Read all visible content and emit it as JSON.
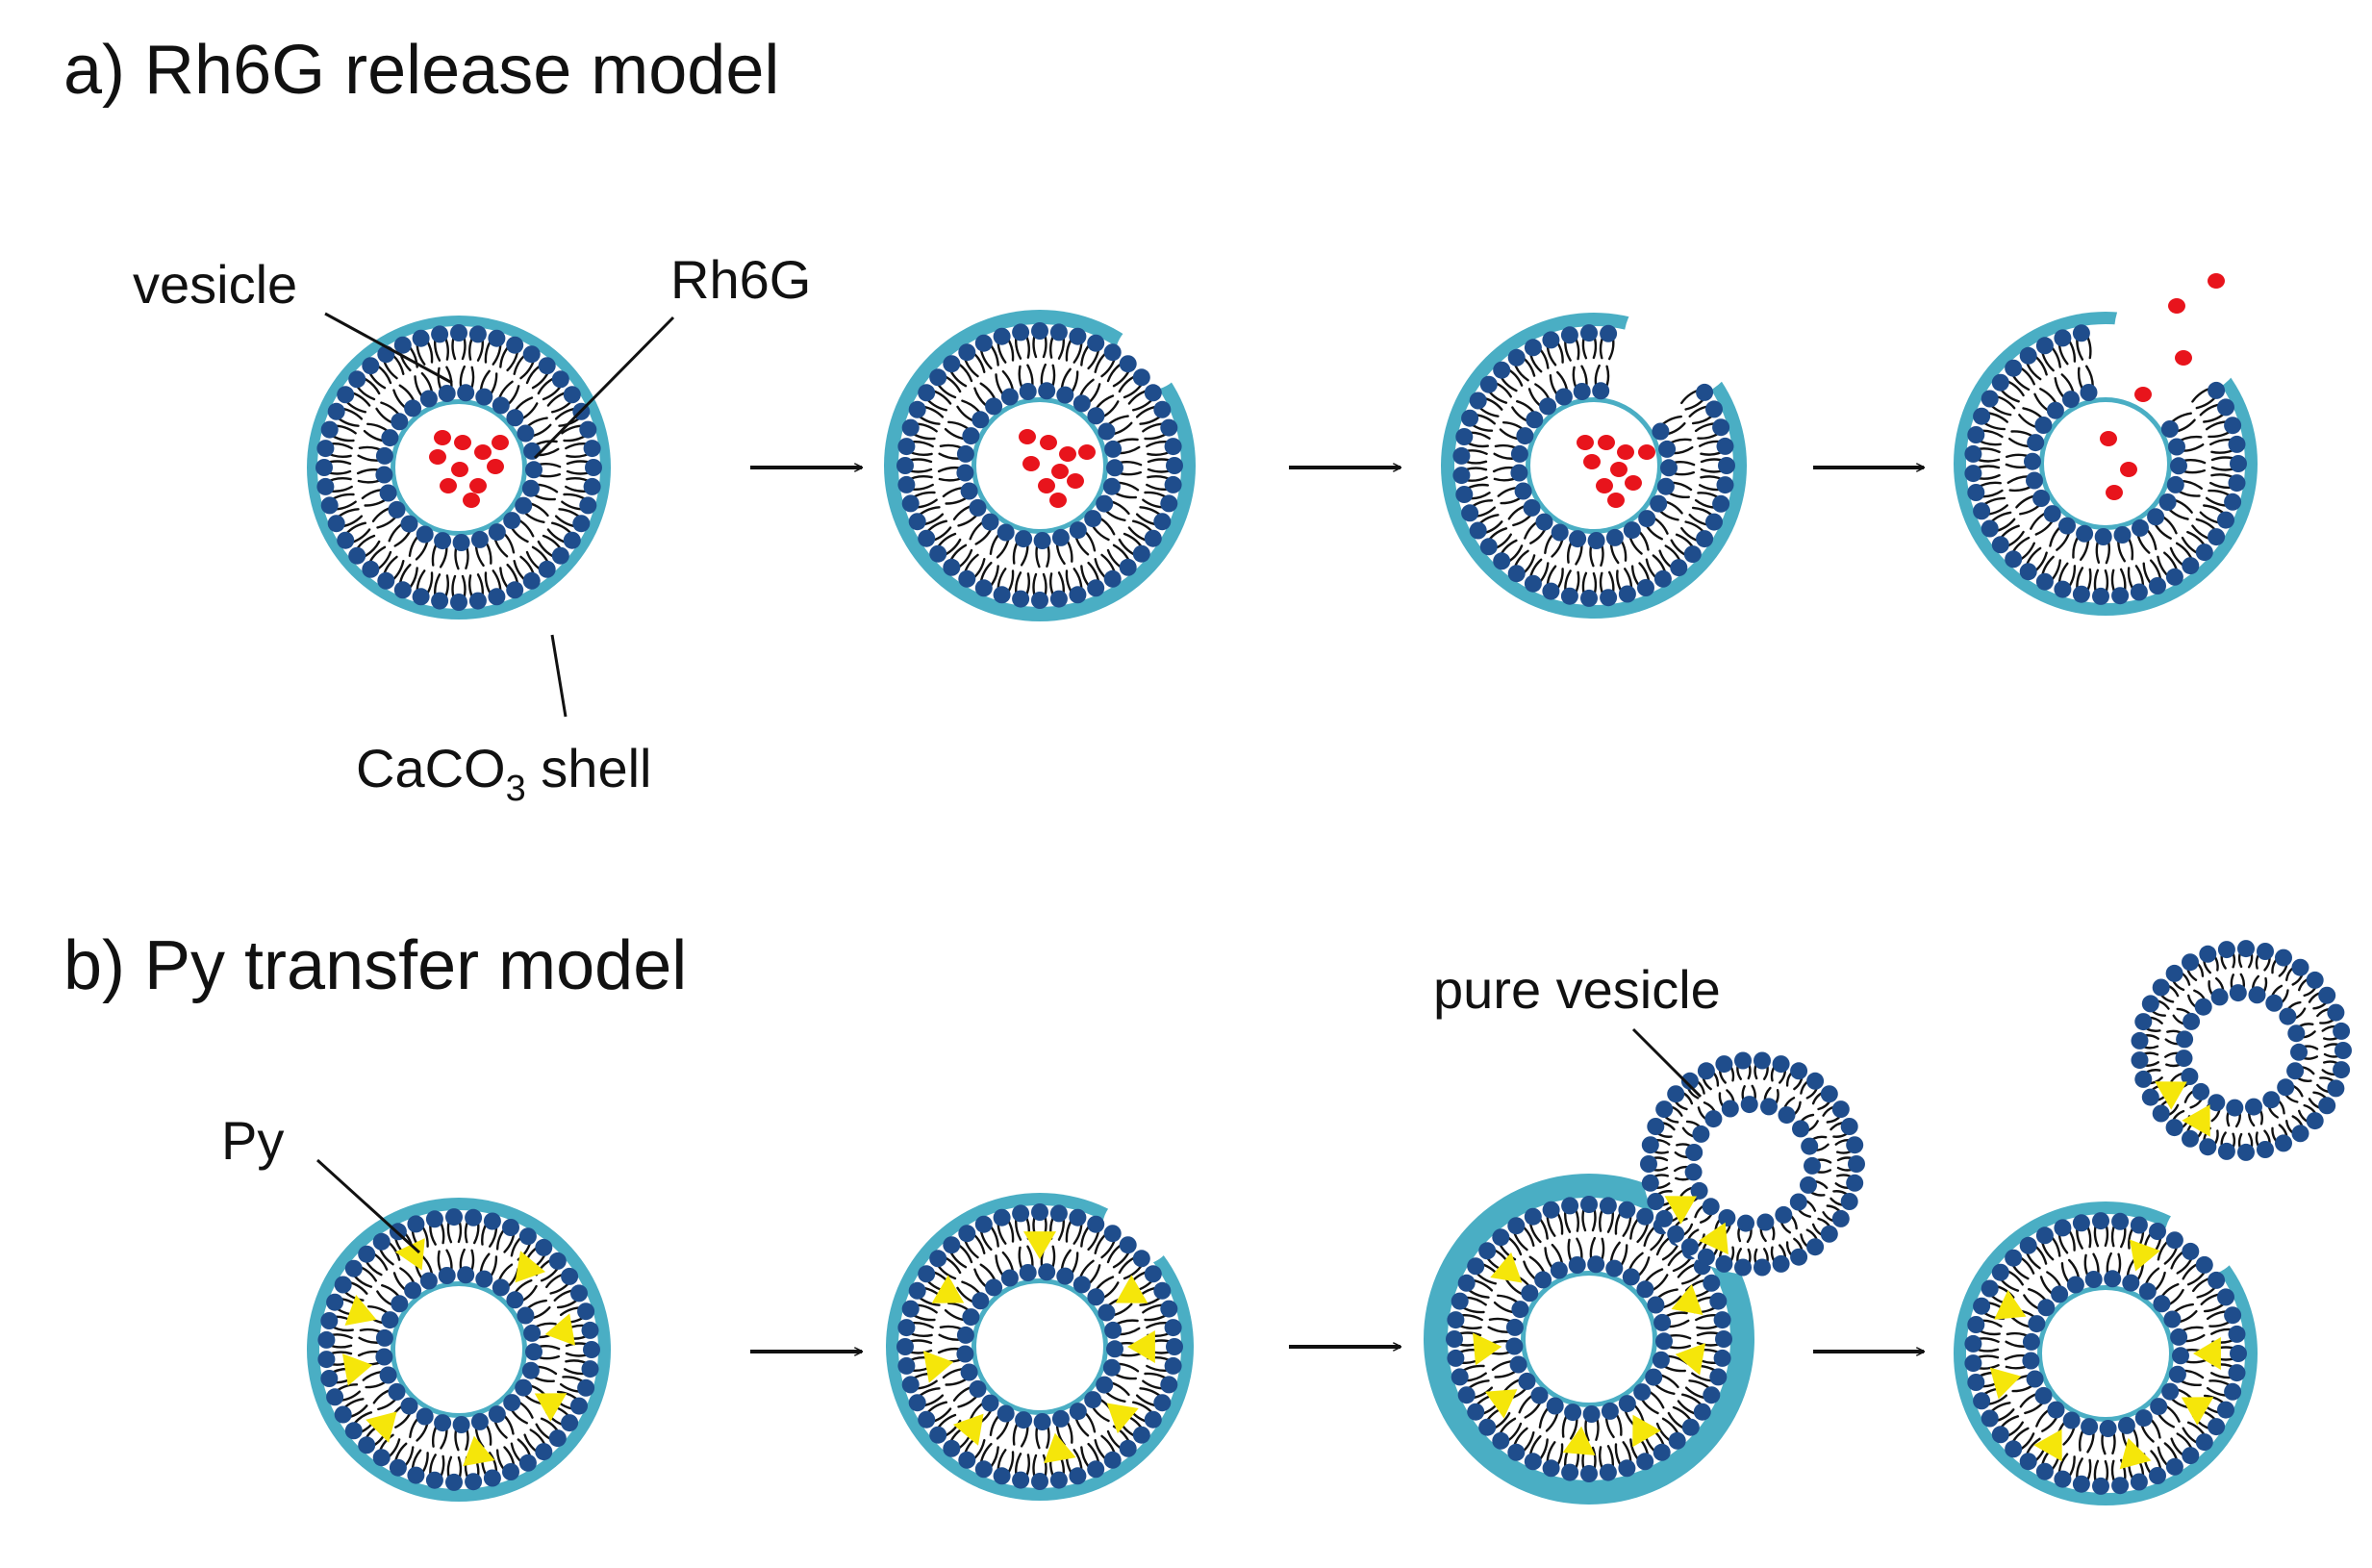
{
  "panel_a": {
    "title": "a) Rh6G release model",
    "labels": {
      "vesicle": "vesicle",
      "rh6g": "Rh6G",
      "shell_main": "CaCO",
      "shell_sub": "3",
      "shell_tail": " shell"
    }
  },
  "panel_b": {
    "title": "b) Py transfer model",
    "labels": {
      "py": "Py",
      "pure_vesicle": "pure vesicle"
    }
  },
  "colors": {
    "shell": "#4aaec4",
    "lipid_head": "#1f4d8c",
    "lipid_tail": "#111111",
    "rh6g": "#e8141c",
    "py": "#f5e60a",
    "arrow": "#111111"
  }
}
